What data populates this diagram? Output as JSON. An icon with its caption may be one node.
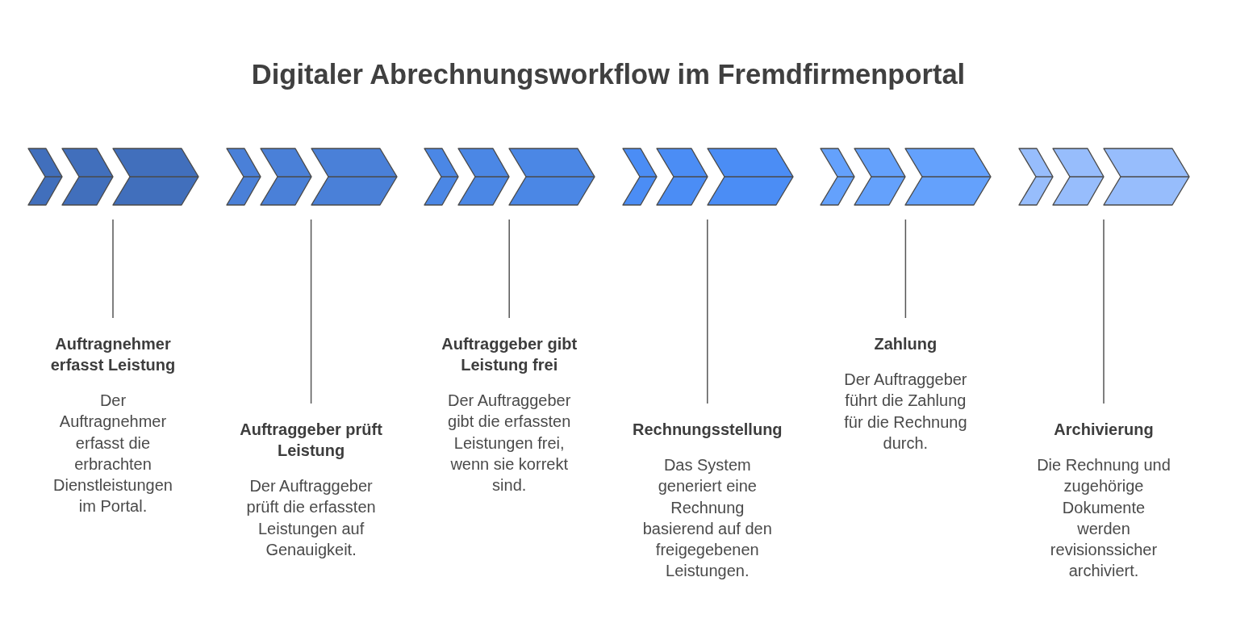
{
  "diagram": {
    "title": "Digitaler Abrechnungsworkflow im Fremdfirmenportal",
    "nodes": [
      {
        "text": [],
        "shape": "chevron"
      },
      {
        "text": [],
        "shape": "chevron"
      },
      {
        "text": [],
        "shape": "chevron"
      },
      {
        "text": [],
        "shape": "chevron"
      },
      {
        "text": [],
        "shape": "chevron"
      },
      {
        "text": [],
        "shape": "chevron"
      },
      {
        "text": [
          "Auftragnehmer erfasst Leistung",
          "Der Auftragnehmer erfasst die erbrachten Dienstleistungen im Portal."
        ]
      },
      {
        "text": [
          "Auftraggeber prüft Leistung",
          "Der Auftraggeber prüft die erfassten Leistungen auf Genauigkeit."
        ]
      },
      {
        "text": [
          "Auftraggeber gibt Leistung frei",
          "Der Auftraggeber gibt die erfassten Leistungen frei, wenn sie korrekt sind."
        ]
      },
      {
        "text": [
          "Rechnungsstellung",
          "Das System generiert eine Rechnung basierend auf den freigegebenen Leistungen."
        ]
      },
      {
        "text": [
          "Zahlung",
          "Der Auftraggeber führt die Zahlung für die Rechnung durch."
        ]
      },
      {
        "text": [
          "Archivierung",
          "Die Rechnung und zugehörige Dokumente werden revisionssicher archiviert."
        ]
      }
    ],
    "edges": [
      {
        "from": 6,
        "to": 0,
        "arrow": "none"
      },
      {
        "from": 7,
        "to": 1,
        "arrow": "none"
      },
      {
        "from": 8,
        "to": 2,
        "arrow": "none"
      },
      {
        "from": 9,
        "to": 3,
        "arrow": "none"
      },
      {
        "from": 10,
        "to": 4,
        "arrow": "none"
      },
      {
        "from": 11,
        "to": 5,
        "arrow": "none"
      }
    ]
  }
}
